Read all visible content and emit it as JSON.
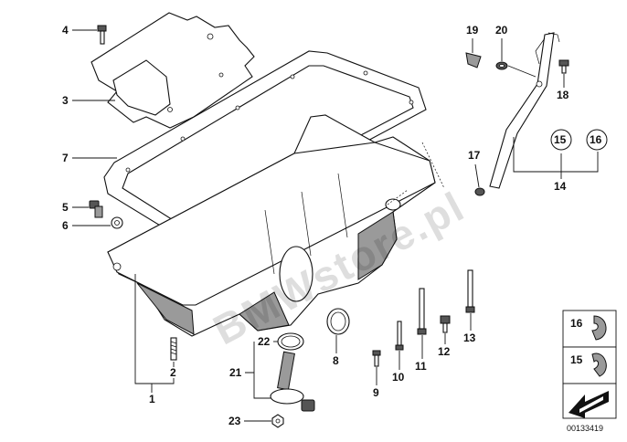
{
  "callouts": {
    "c1": "1",
    "c2": "2",
    "c3": "3",
    "c4": "4",
    "c5": "5",
    "c6": "6",
    "c7": "7",
    "c8": "8",
    "c9": "9",
    "c10": "10",
    "c11": "11",
    "c12": "12",
    "c13": "13",
    "c14": "14",
    "c15": "15",
    "c16": "16",
    "c17": "17",
    "c18": "18",
    "c19": "19",
    "c20": "20",
    "c21": "21",
    "c22": "22",
    "c23": "23"
  },
  "legend": {
    "item16": "16",
    "item15": "15"
  },
  "watermark": "BMWstore.pl",
  "reference_code": "00133419"
}
